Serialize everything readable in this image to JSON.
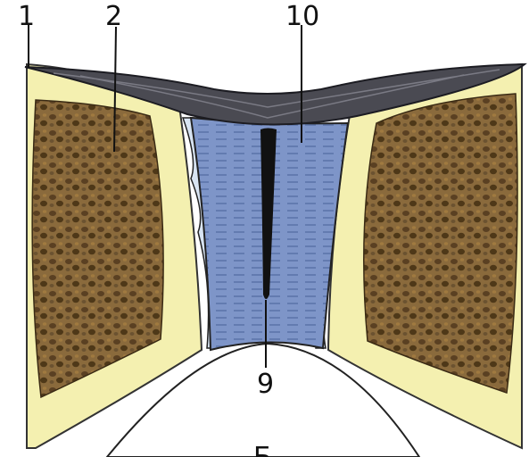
{
  "figure": {
    "labels": {
      "l1": "1",
      "l2": "2",
      "l10": "10",
      "l9": "9",
      "bottom": "Б"
    },
    "colors": {
      "cartilage": "#f4f0b0",
      "bone": "#8a6a3c",
      "bone_dark": "#5a4022",
      "capsule": "#4a4a52",
      "disc": "#7e95c8",
      "cavity": "#111111",
      "space": "#d8e4f2"
    }
  }
}
